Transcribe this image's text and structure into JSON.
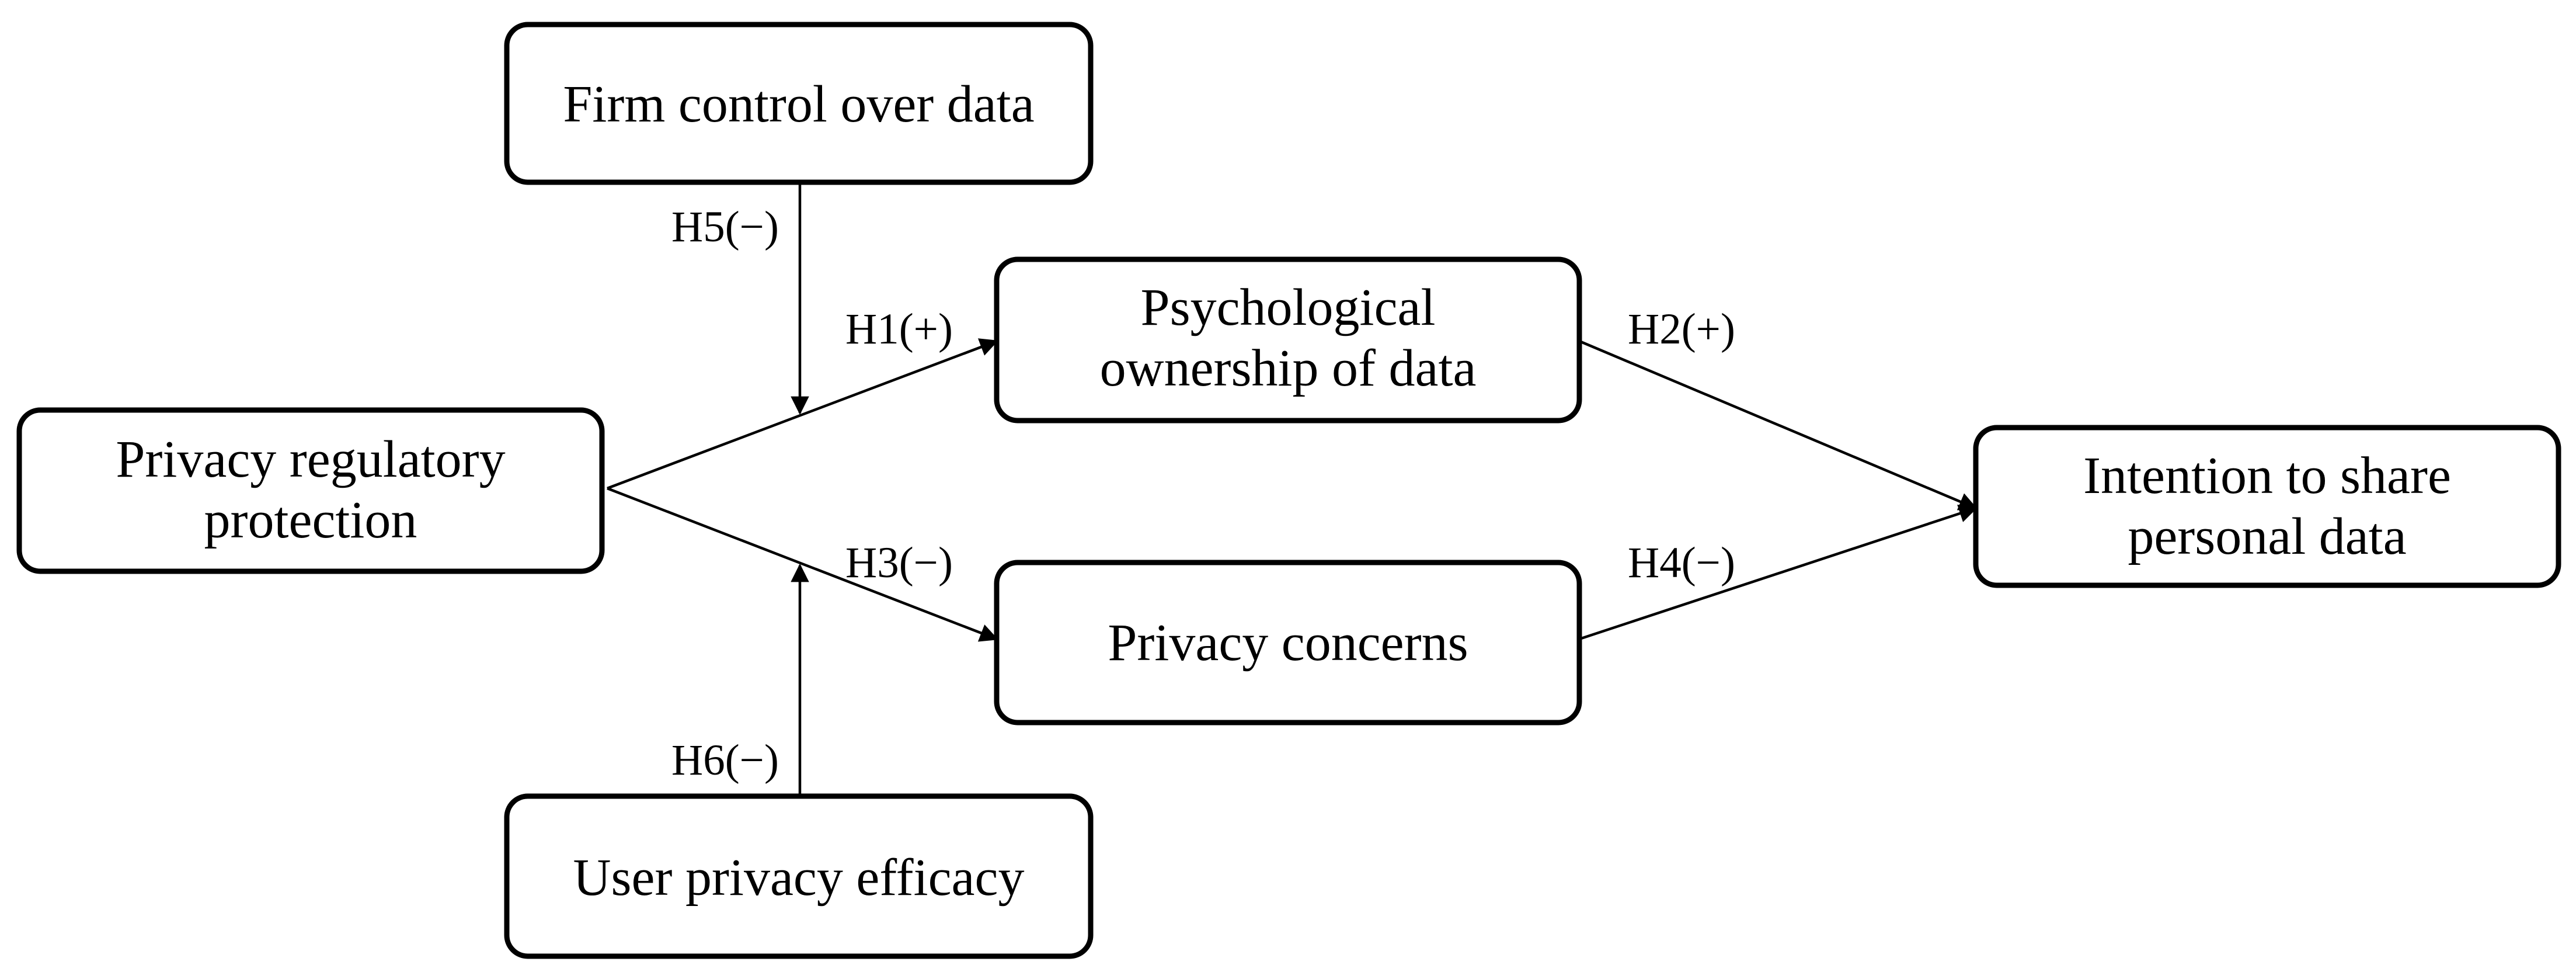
{
  "nodes": {
    "firm_control": [
      "Firm control over data"
    ],
    "psych_ownership": [
      "Psychological",
      "ownership of data"
    ],
    "privacy_regulatory": [
      "Privacy regulatory",
      "protection"
    ],
    "intention": [
      "Intention to share",
      "personal data"
    ],
    "privacy_concerns": [
      "Privacy concerns"
    ],
    "user_efficacy": [
      "User privacy efficacy"
    ]
  },
  "hypotheses": {
    "h1": "H1(+)",
    "h2": "H2(+)",
    "h3": "H3(−)",
    "h4": "H4(−)",
    "h5": "H5(−)",
    "h6": "H6(−)"
  }
}
